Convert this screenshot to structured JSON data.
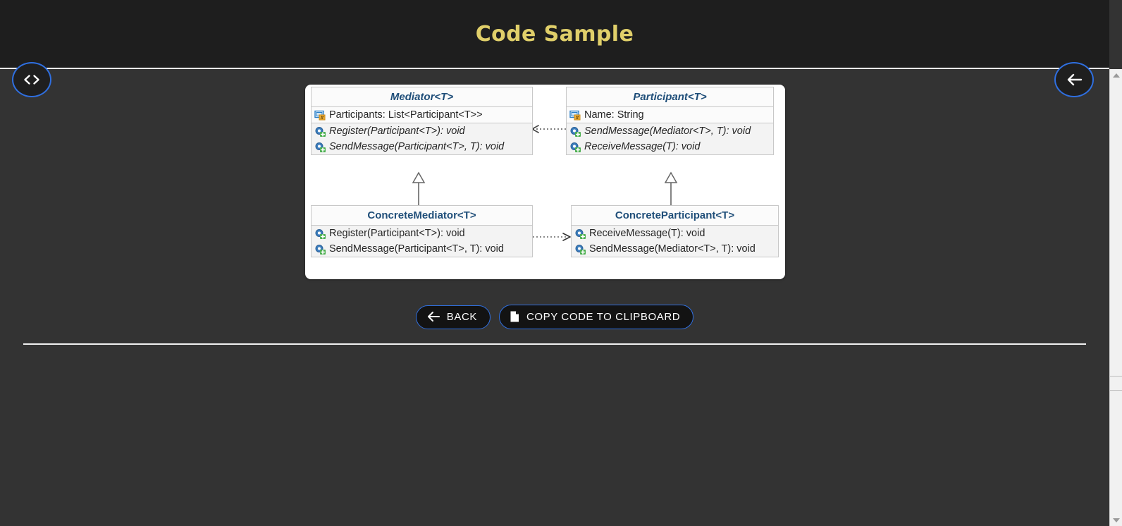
{
  "header": {
    "title": "Code Sample"
  },
  "nav": {
    "code_button_icon": "code-brackets-icon",
    "code_button_glyph": "< >",
    "back_round_button_icon": "arrow-left-icon"
  },
  "actions": {
    "back_label": "BACK",
    "back_icon": "arrow-left-icon",
    "copy_label": "COPY CODE TO CLIPBOARD",
    "copy_icon": "document-copy-icon"
  },
  "colors": {
    "header_bg": "#1e1e1e",
    "page_bg": "#333333",
    "title_gold": "#e0cf6a",
    "accent_blue": "#2f6fe0",
    "uml_title_blue": "#1f4e79",
    "uml_box_bg": "#f6f6f6",
    "uml_border": "#c8c8c8"
  },
  "diagram": {
    "type": "uml-class-diagram",
    "pattern": "Mediator",
    "classes": [
      {
        "id": "mediator",
        "name": "Mediator<T>",
        "abstract": true,
        "fields": [
          {
            "icon": "property-icon",
            "text": "Participants: List<Participant<T>>",
            "italic": false
          }
        ],
        "methods": [
          {
            "icon": "method-icon",
            "text": "Register(Participant<T>): void",
            "italic": true
          },
          {
            "icon": "method-icon",
            "text": "SendMessage(Participant<T>, T): void",
            "italic": true
          }
        ]
      },
      {
        "id": "participant",
        "name": "Participant<T>",
        "abstract": true,
        "fields": [
          {
            "icon": "property-icon",
            "text": "Name: String",
            "italic": false
          }
        ],
        "methods": [
          {
            "icon": "method-icon",
            "text": "SendMessage(Mediator<T>, T): void",
            "italic": true
          },
          {
            "icon": "method-icon",
            "text": "ReceiveMessage(T): void",
            "italic": true
          }
        ]
      },
      {
        "id": "concrete-mediator",
        "name": "ConcreteMediator<T>",
        "abstract": false,
        "fields": [],
        "methods": [
          {
            "icon": "method-icon",
            "text": "Register(Participant<T>): void",
            "italic": false
          },
          {
            "icon": "method-icon",
            "text": "SendMessage(Participant<T>, T): void",
            "italic": false
          }
        ]
      },
      {
        "id": "concrete-participant",
        "name": "ConcreteParticipant<T>",
        "abstract": false,
        "fields": [],
        "methods": [
          {
            "icon": "method-icon",
            "text": "ReceiveMessage(T): void",
            "italic": false
          },
          {
            "icon": "method-icon",
            "text": "SendMessage(Mediator<T>, T): void",
            "italic": false
          }
        ]
      }
    ],
    "relations": [
      {
        "from": "participant",
        "to": "mediator",
        "type": "dependency",
        "style": "dotted-open-arrow",
        "direction": "left"
      },
      {
        "from": "concrete-mediator",
        "to": "mediator",
        "type": "generalization",
        "style": "solid-hollow-triangle",
        "direction": "up"
      },
      {
        "from": "concrete-participant",
        "to": "participant",
        "type": "generalization",
        "style": "solid-hollow-triangle",
        "direction": "up"
      },
      {
        "from": "concrete-mediator",
        "to": "concrete-participant",
        "type": "dependency",
        "style": "dotted-open-arrow",
        "direction": "right"
      }
    ]
  },
  "scrollbar": {
    "orientation": "vertical",
    "up_arrow": "scroll-up-arrow",
    "down_arrow": "scroll-down-arrow"
  }
}
